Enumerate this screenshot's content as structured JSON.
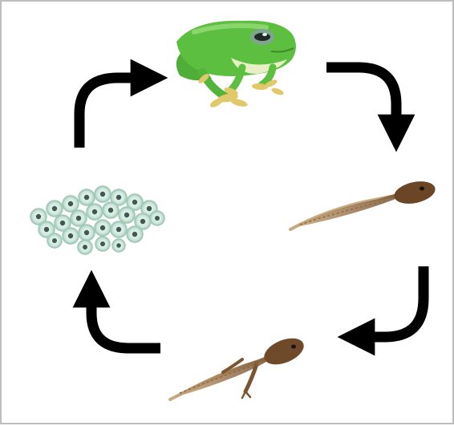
{
  "diagram": {
    "type": "cycle",
    "stages": [
      "adult-frog",
      "tadpole",
      "tadpole-with-legs",
      "frog-eggs"
    ],
    "colors": {
      "arrow": "#000000",
      "frog_body": "#5cbf3f",
      "frog_belly": "#e6f0c4",
      "frog_feet": "#e1c86a",
      "egg_jelly": "#d6ece4",
      "egg_core": "#3f5a55",
      "tadpole": "#7a5530",
      "frame": "#bdbdbd"
    }
  }
}
